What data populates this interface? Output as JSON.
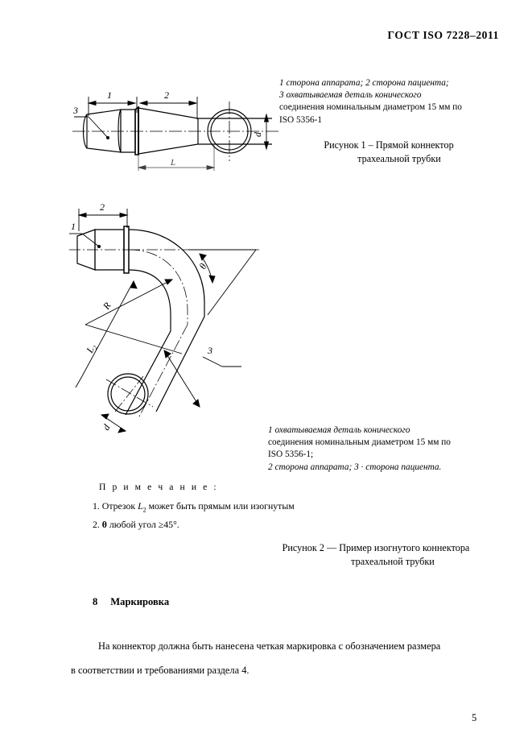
{
  "document": {
    "header": "ГОСТ ISO 7228–2011",
    "page_number": "5"
  },
  "figure1": {
    "legend_line1": "1    сторона аппарата; 2    сторона пациента;",
    "legend_line2": "3    охватываемая деталь конического",
    "legend_line3": "соединения номинальным диаметром 15 мм по",
    "legend_line4": "ISO 5356-1",
    "caption_line1": "Рисунок 1 – Прямой коннектор",
    "caption_line2": "трахеальной трубки",
    "labels": {
      "one": "1",
      "two": "2",
      "three": "3",
      "diameter": "d",
      "length": "L"
    }
  },
  "figure2": {
    "legend_line1": "1    охватываемая деталь конического",
    "legend_line2": "соединения номинальным диаметром 15 мм по",
    "legend_line3": "ISO 5356-1;",
    "legend_line4": "2    сторона аппарата; 3 · сторона пациента.",
    "caption_line1": "Рисунок 2 — Пример изогнутого коннектора",
    "caption_line2": "трахеальной трубки",
    "labels": {
      "one": "1",
      "two": "2",
      "three": "3",
      "radius": "R",
      "length2": "L",
      "length2_sub": "2",
      "theta": "θ",
      "diameter": "d"
    }
  },
  "note": {
    "title": "П р и м е ч а н и е :",
    "item1_prefix": "1. Отрезок ",
    "item1_var": "L",
    "item1_sub": "2",
    "item1_rest": " может быть прямым или изогнутым",
    "item2_prefix": "2. ",
    "item2_theta": "θ",
    "item2_rest": "  любой угол ≥45°."
  },
  "section": {
    "number": "8",
    "title": "Маркировка",
    "paragraph_line1": "На коннектор должна быть нанесена четкая маркировка с обозначением размера",
    "paragraph_line2": "в соответствии и требованиями раздела 4."
  }
}
